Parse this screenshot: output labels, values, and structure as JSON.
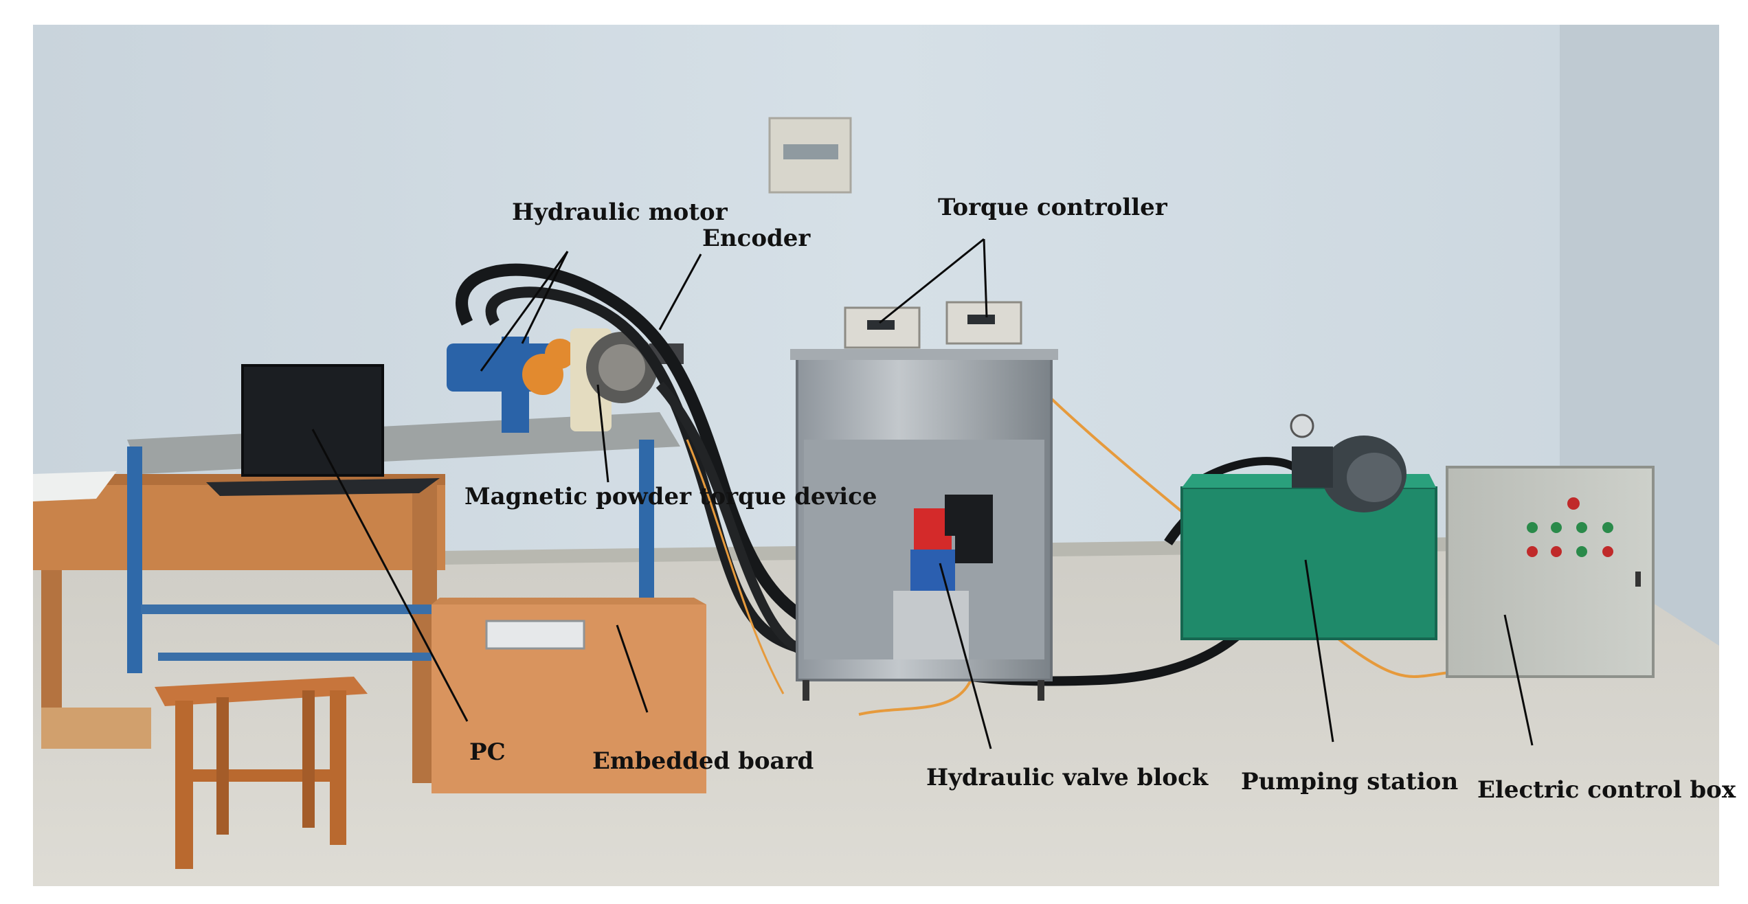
{
  "figure": {
    "labels": {
      "hydraulic_motor": "Hydraulic motor",
      "encoder": "Encoder",
      "torque_controller": "Torque controller",
      "magnetic_powder_torque_device": "Magnetic powder torque device",
      "pc": "PC",
      "embedded_board": "Embedded board",
      "hydraulic_valve_block": "Hydraulic valve block",
      "pumping_station": "Pumping station",
      "electric_control_box": "Electric control box"
    }
  }
}
